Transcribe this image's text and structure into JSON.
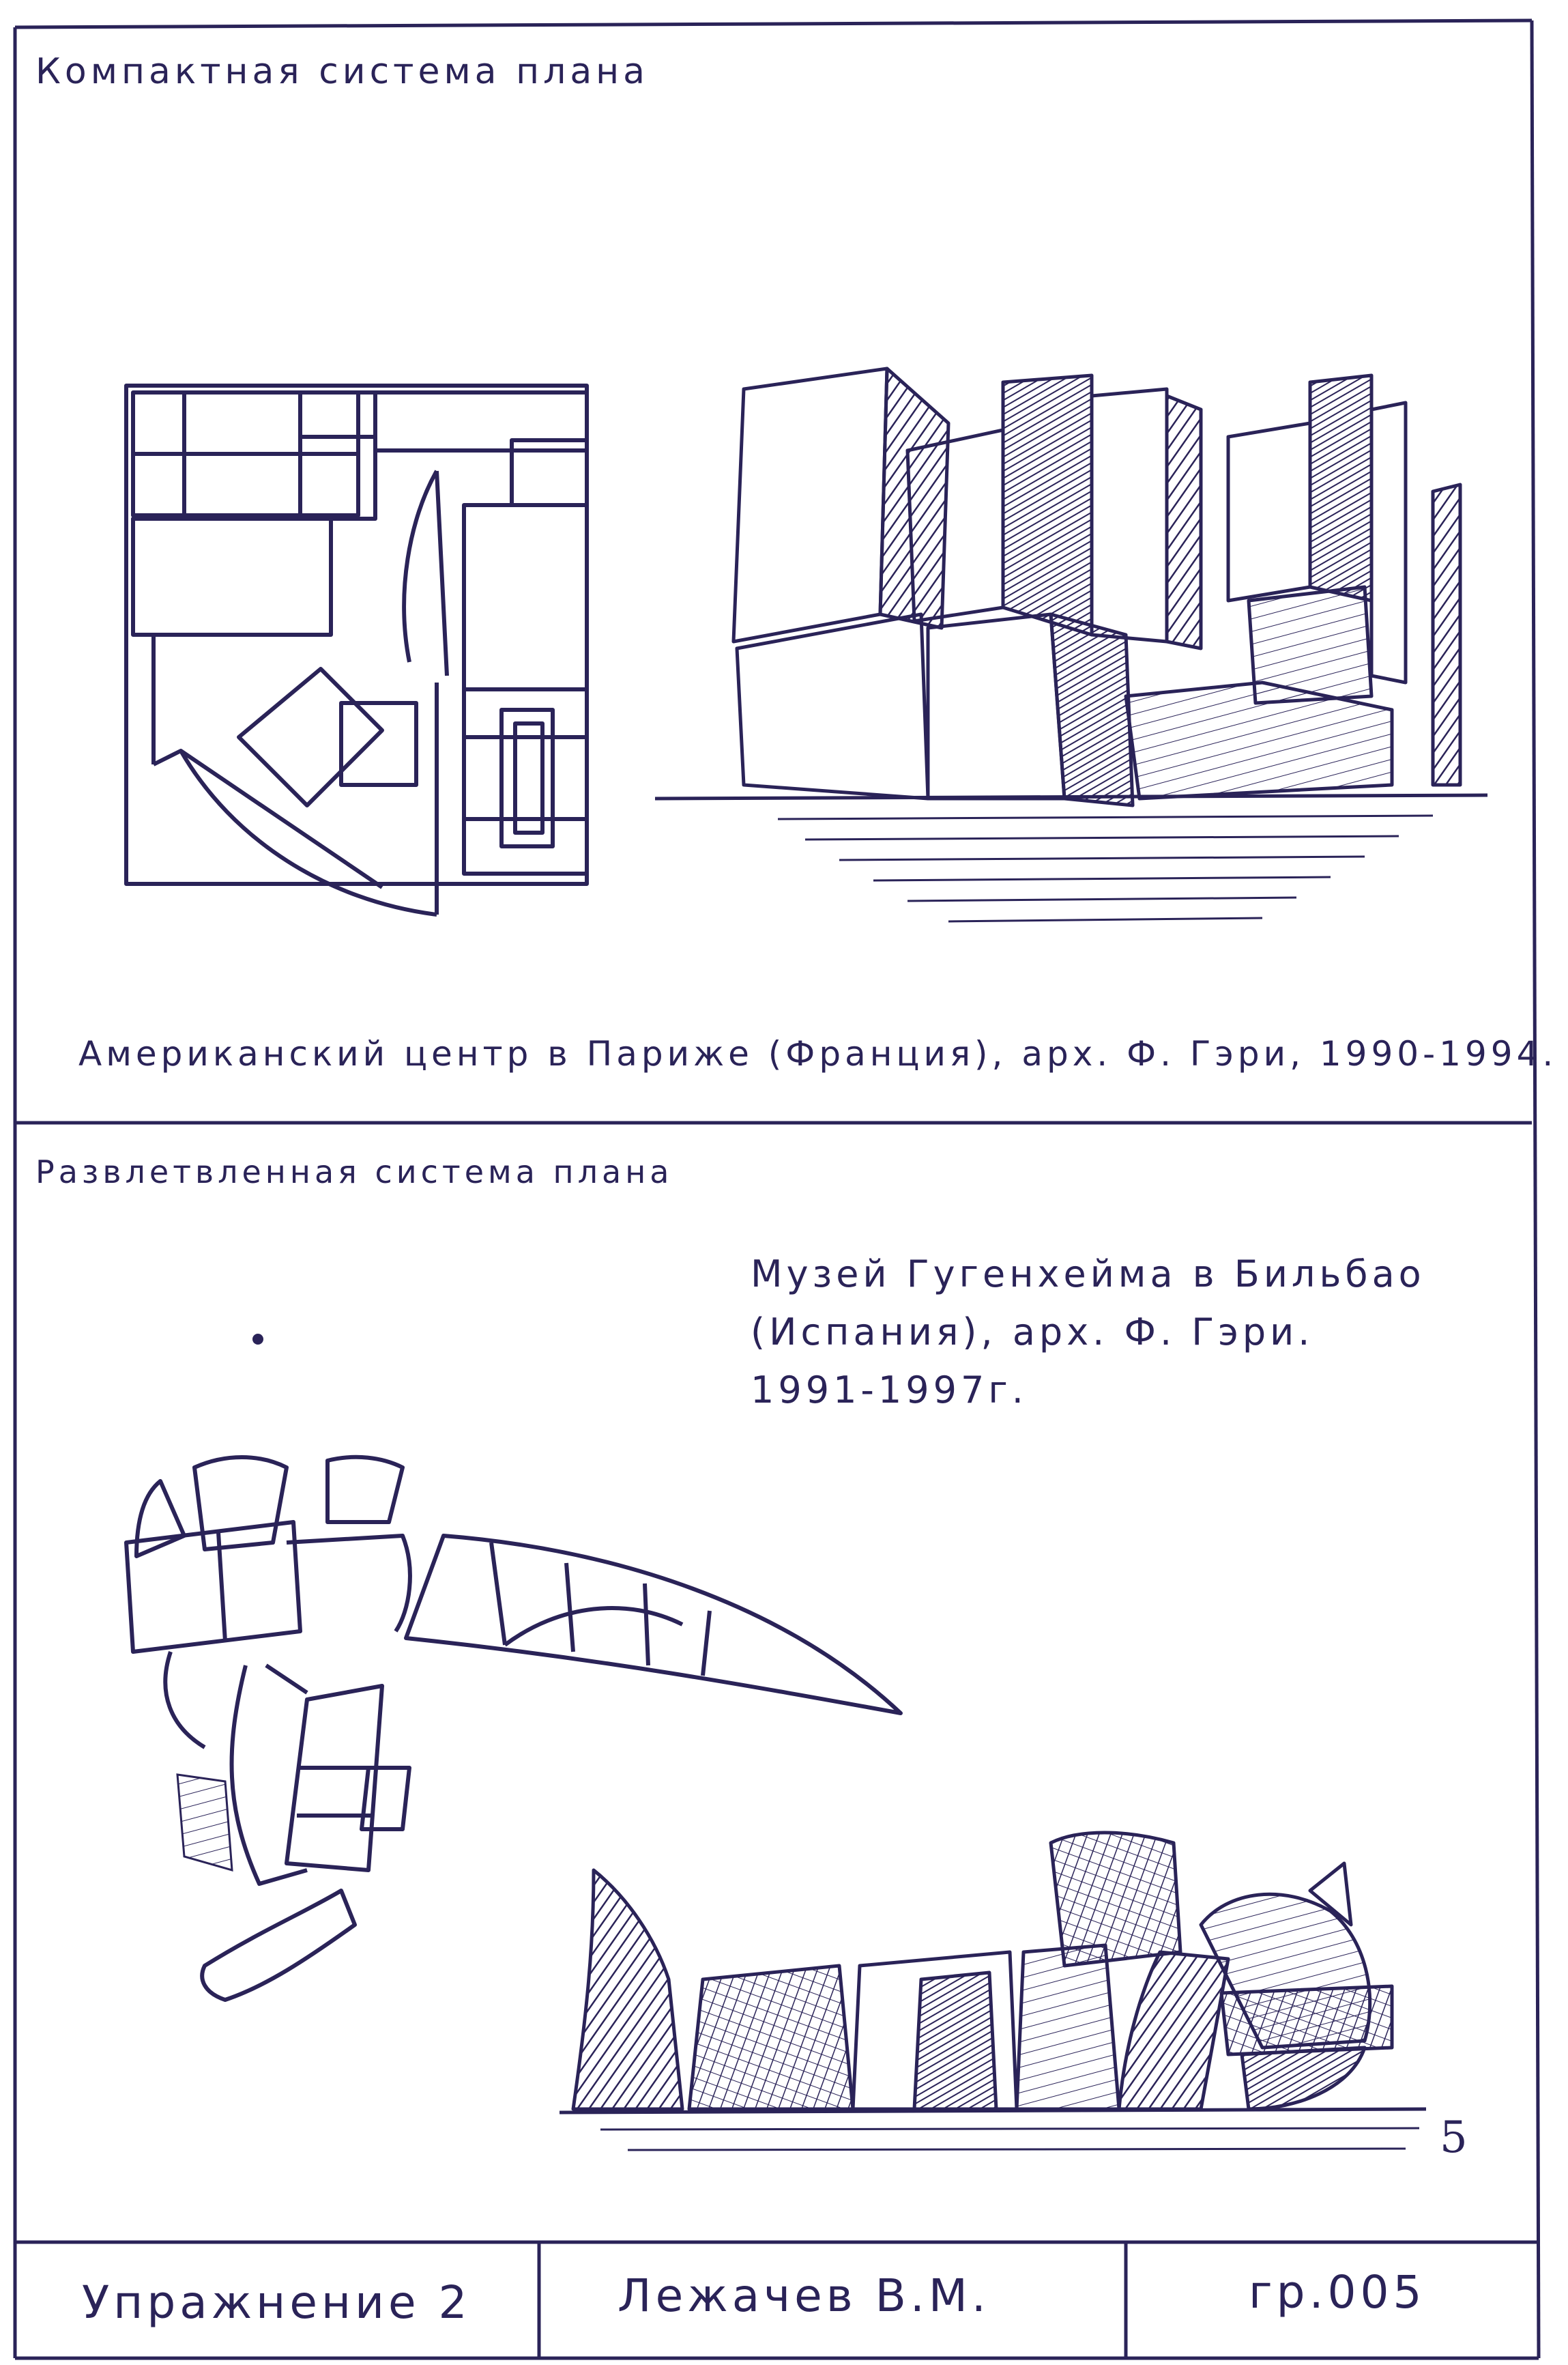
{
  "colors": {
    "ink": "#2a2358",
    "paper": "#ffffff",
    "hatch": "#2a2358"
  },
  "sections": {
    "compact": {
      "title": "Компактная система плана",
      "caption": "Американский центр в Париже (Франция), арх. Ф. Гэри, 1990-1994."
    },
    "branched": {
      "title": "Развлетвленная система плана",
      "caption_lines": [
        "Музей Гугенхейма в Бильбао",
        "(Испания), арх. Ф. Гэри.",
        "1991-1997г."
      ],
      "page_number": "5"
    }
  },
  "footer": {
    "exercise": "Упражнение 2",
    "author": "Лежачев В.М.",
    "group": "гр.005"
  }
}
